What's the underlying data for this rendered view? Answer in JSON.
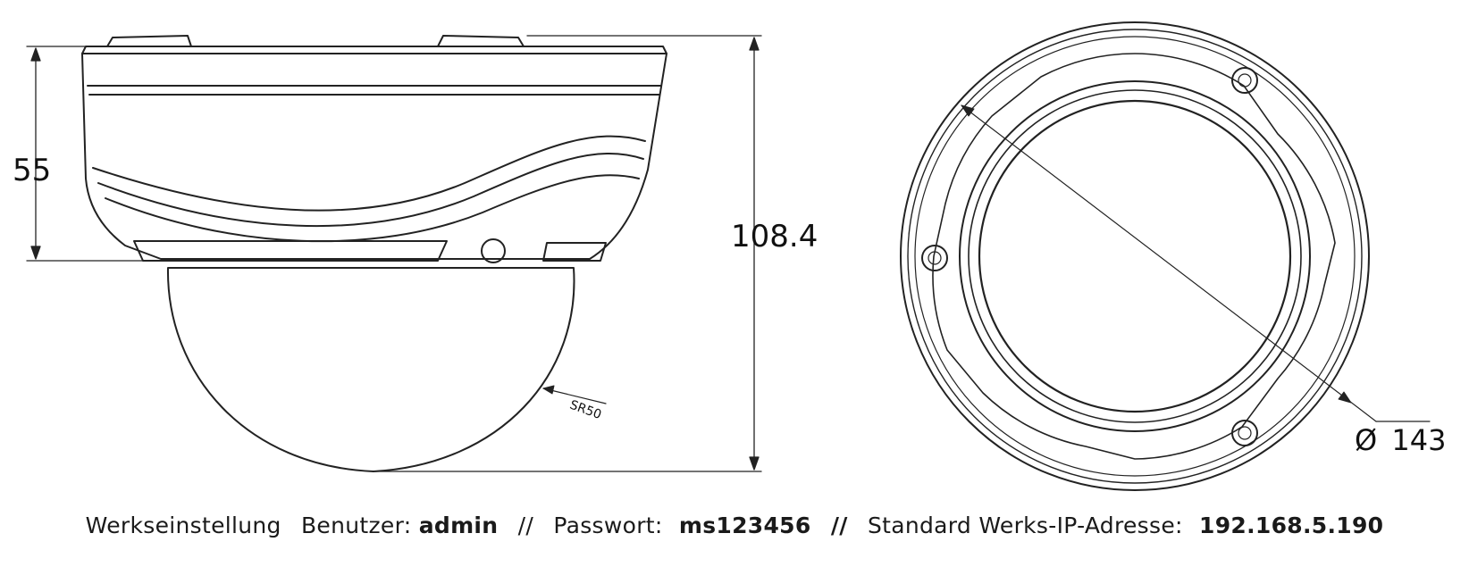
{
  "dimensions": {
    "body_height": "55",
    "total_height": "108.4",
    "dome_radius": "SR50",
    "diameter_symbol": "Ø",
    "diameter": "143"
  },
  "footer": {
    "default_label": "Werkseinstellung",
    "user_label": "Benutzer:",
    "user_value": "admin",
    "separator": "//",
    "password_label": "Passwort:",
    "password_value": "ms123456",
    "ip_label": "Standard Werks-IP-Adresse:",
    "ip_value": "192.168.5.190"
  }
}
